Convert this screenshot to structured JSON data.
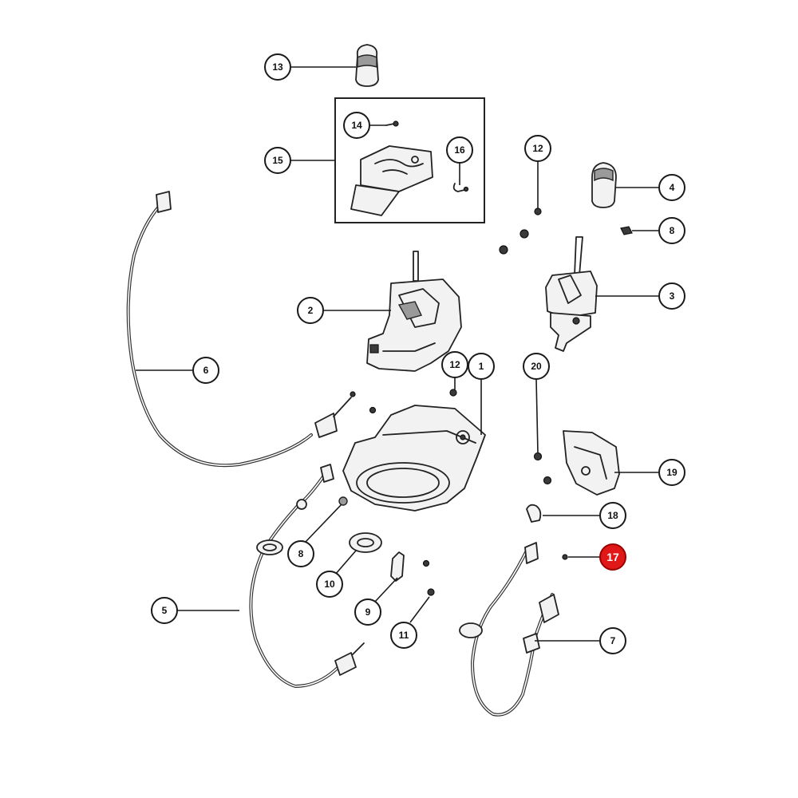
{
  "callouts": [
    {
      "id": "c13",
      "label": "13"
    },
    {
      "id": "c14",
      "label": "14"
    },
    {
      "id": "c15",
      "label": "15"
    },
    {
      "id": "c16",
      "label": "16"
    },
    {
      "id": "c12a",
      "label": "12"
    },
    {
      "id": "c4",
      "label": "4"
    },
    {
      "id": "c8a",
      "label": "8"
    },
    {
      "id": "c3",
      "label": "3"
    },
    {
      "id": "c2",
      "label": "2"
    },
    {
      "id": "c6",
      "label": "6"
    },
    {
      "id": "c12b",
      "label": "12"
    },
    {
      "id": "c1",
      "label": "1"
    },
    {
      "id": "c20",
      "label": "20"
    },
    {
      "id": "c19",
      "label": "19"
    },
    {
      "id": "c18",
      "label": "18"
    },
    {
      "id": "c17",
      "label": "17",
      "highlight": true
    },
    {
      "id": "c8b",
      "label": "8"
    },
    {
      "id": "c10",
      "label": "10"
    },
    {
      "id": "c5",
      "label": "5"
    },
    {
      "id": "c9",
      "label": "9"
    },
    {
      "id": "c11",
      "label": "11"
    },
    {
      "id": "c7",
      "label": "7"
    }
  ],
  "colors": {
    "line": "#1a1a1a",
    "highlight": "#e01818",
    "background": "#ffffff"
  }
}
